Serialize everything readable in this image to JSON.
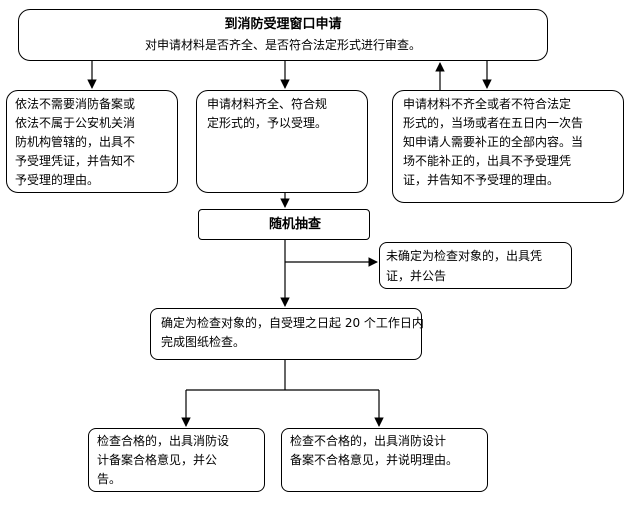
{
  "top": {
    "title": "到消防受理窗口申请",
    "subtitle": "对申请材料是否齐全、是否符合法定形式进行审查。"
  },
  "left_box": {
    "lines": [
      "依法不需要消防备案或",
      "依法不属于公安机关消",
      "防机构管辖的，出具不",
      "予受理凭证，并告知不",
      "予受理的理由。"
    ]
  },
  "mid_box": {
    "lines": [
      "申请材料齐全、符合规",
      "定形式的，予以受理。"
    ]
  },
  "right_box": {
    "lines": [
      "申请材料不齐全或者不符合法定",
      "形式的，当场或者在五日内一次告",
      "知申请人需要补正的全部内容。当",
      "场不能补正的，出具不予受理凭",
      "证，并告知不予受理的理由。"
    ]
  },
  "check": {
    "label": "随机抽查"
  },
  "note_box": {
    "lines": [
      "未确定为检查对象的，出具凭",
      "证，并公告"
    ]
  },
  "confirm_box": {
    "lines": [
      "确定为检查对象的，自受理之日起 20 个工作日内",
      "完成图纸检查。"
    ]
  },
  "pass_box": {
    "lines": [
      "检查合格的，出具消防设",
      "计备案合格意见，并公",
      "告。"
    ]
  },
  "fail_box": {
    "lines": [
      "检查不合格的，出具消防设计",
      "备案不合格意见，并说明理由。"
    ]
  }
}
